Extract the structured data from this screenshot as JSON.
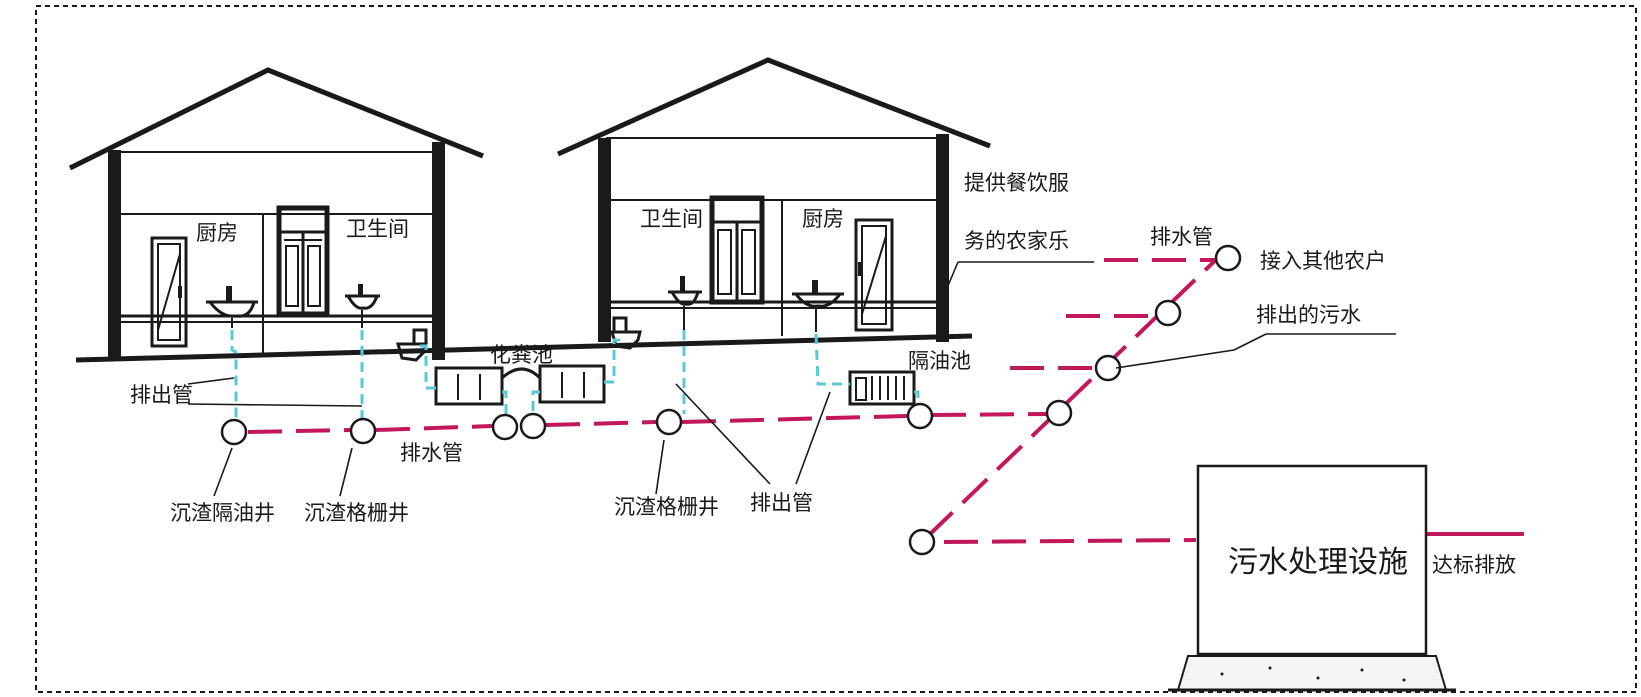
{
  "labels": {
    "kitchen_1": "厨房",
    "toilet_1": "卫生间",
    "toilet_2": "卫生间",
    "kitchen_2": "厨房",
    "farmhouse_line1": "提供餐饮服",
    "farmhouse_line2": "务的农家乐",
    "septic_tank": "化粪池",
    "grease_tank": "隔油池",
    "outlet_pipe_1": "排出管",
    "drain_pipe_1": "排水管",
    "drain_pipe_2": "排水管",
    "outlet_pipe_2": "排出管",
    "well_grease": "沉渣隔油井",
    "well_grate_1": "沉渣格栅井",
    "well_grate_2": "沉渣格栅井",
    "other_households": "接入其他农户",
    "discharged_sewage": "排出的污水",
    "treatment_facility": "污水处理设施",
    "discharge_compliant": "达标排放"
  },
  "colors": {
    "sewer": "#c2185b",
    "branch_pipe": "#5bc8d6",
    "ink": "#1a1a1a"
  }
}
